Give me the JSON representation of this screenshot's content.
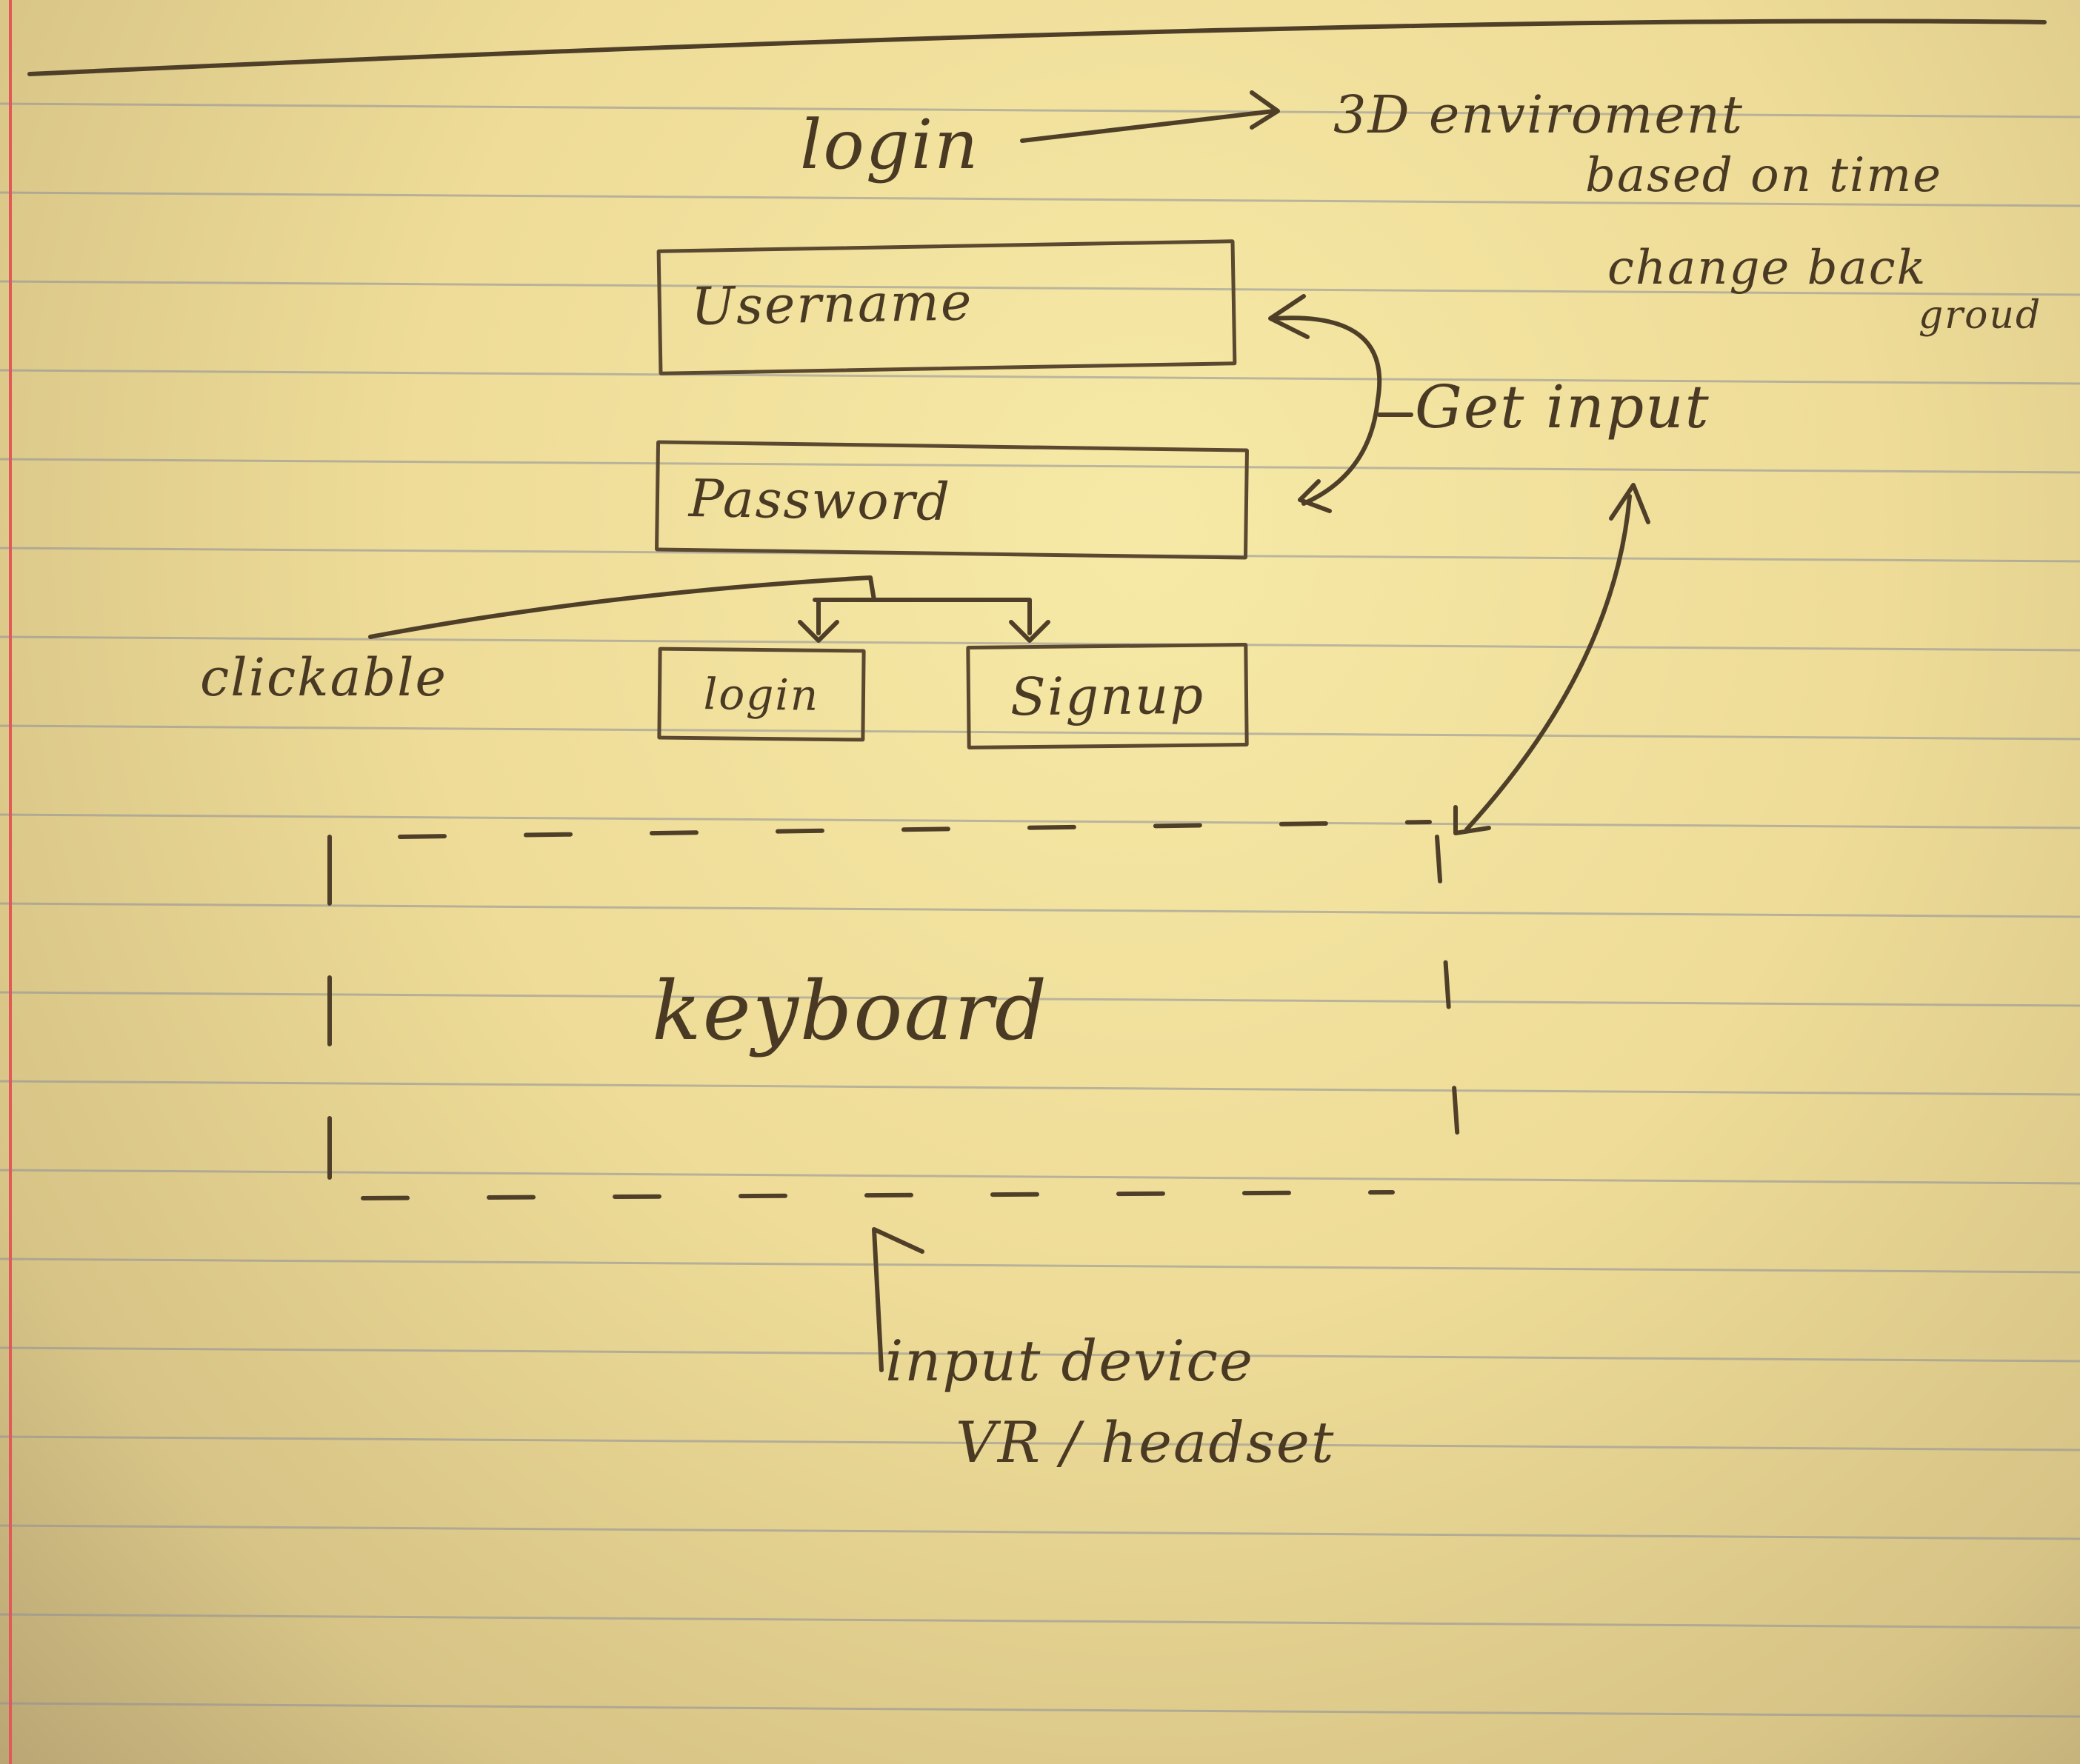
{
  "title": "login",
  "notes": {
    "environment": [
      "3D enviroment",
      "based on time",
      "change back",
      "groud"
    ],
    "get_input": "Get input",
    "clickable": "clickable",
    "keyboard": "keyboard",
    "input_device": [
      "input device",
      "VR / headset"
    ]
  },
  "form": {
    "username_placeholder": "Username",
    "password_placeholder": "Password",
    "login_button": "login",
    "signup_button": "Signup"
  },
  "colors": {
    "paper": "#eedc98",
    "ink": "#4f3f28",
    "rule_line": "#8c8f9a",
    "margin_line": "#e05a5a"
  }
}
